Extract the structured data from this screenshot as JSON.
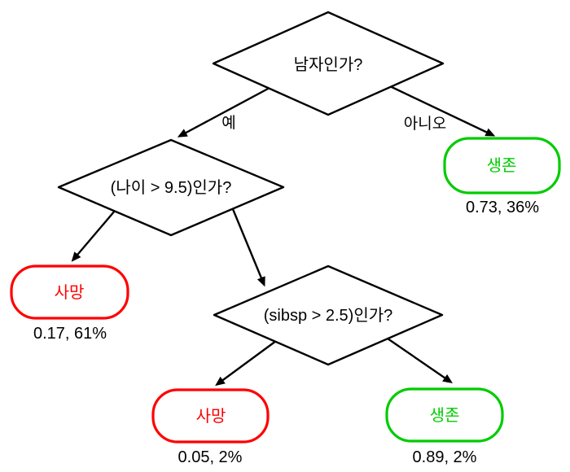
{
  "colors": {
    "death": "#ff0000",
    "survival": "#00cc00",
    "line": "#000000",
    "background": "#ffffff"
  },
  "tree": {
    "root": {
      "question": "남자인가?",
      "yes_label": "예",
      "no_label": "아니오"
    },
    "age_node": {
      "question": "(나이 > 9.5)인가?"
    },
    "sibsp_node": {
      "question": "(sibsp > 2.5)인가?"
    },
    "leaf_female": {
      "label": "생존",
      "stats": "0.73, 36%"
    },
    "leaf_young": {
      "label": "사망",
      "stats": "0.17, 61%"
    },
    "leaf_sibsp_high": {
      "label": "사망",
      "stats": "0.05, 2%"
    },
    "leaf_sibsp_low": {
      "label": "생존",
      "stats": "0.89, 2%"
    }
  }
}
